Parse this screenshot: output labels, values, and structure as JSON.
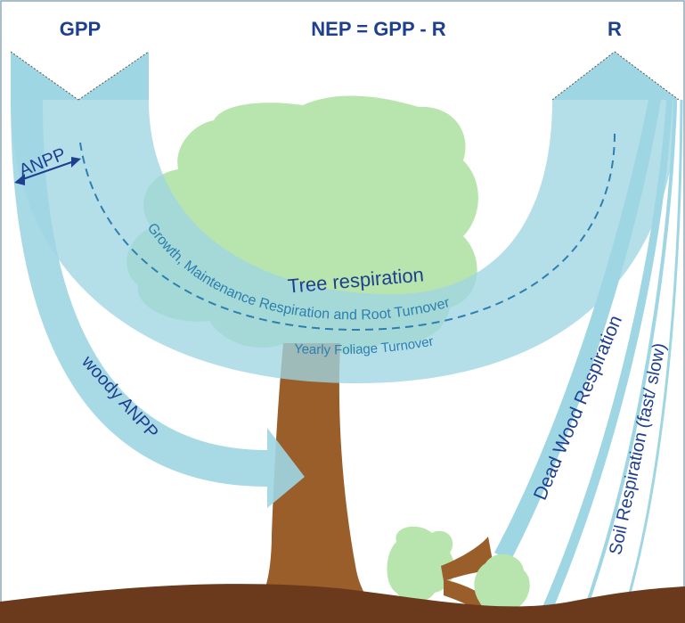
{
  "header": {
    "gpp": "GPP",
    "nep": "NEP = GPP - R",
    "r": "R"
  },
  "labels": {
    "anpp": "ANPP",
    "woody_anpp": "woody ANPP",
    "tree_respiration": "Tree respiration",
    "growth": "Growth, Maintenance Respiration and Root Turnover",
    "foliage": "Yearly Foliage Turnover",
    "dead_wood": "Dead Wood Respiration",
    "soil": "Soil Respiration (fast/ slow)"
  },
  "colors": {
    "flux": "#9fd6e3",
    "flux_dark": "#7cc2d3",
    "canopy": "#b8e5ae",
    "trunk": "#9a5e2b",
    "soil": "#6b3a1c",
    "label": "#1f3f8f",
    "label_light": "#2d7fb0",
    "frame": "#8ea8b8"
  }
}
